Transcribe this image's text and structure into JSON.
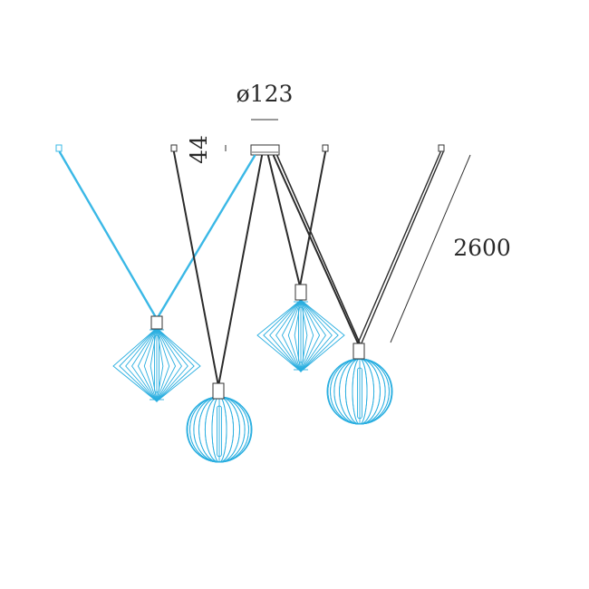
{
  "dimensions": {
    "diameter_label": "ø123",
    "canopy_height_label": "44",
    "cable_length_label": "2600"
  },
  "colors": {
    "shade": "#29aee0",
    "cable_blue": "#3ab8e6",
    "cable_dark": "#2b2b2b",
    "line": "#333333"
  }
}
